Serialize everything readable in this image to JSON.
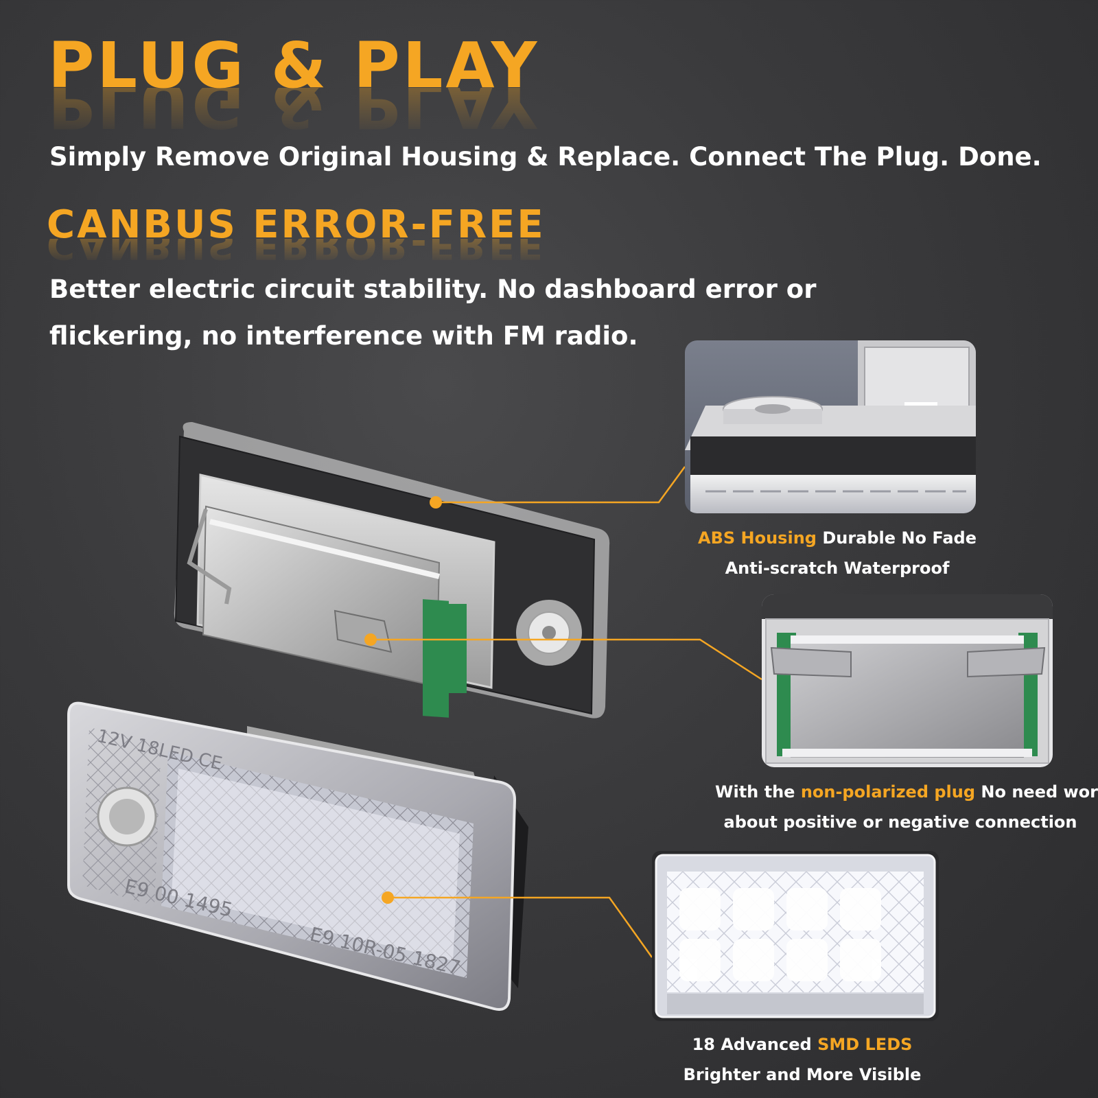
{
  "headline1": "PLUG & PLAY",
  "subtitle1": "Simply Remove Original Housing & Replace. Connect The Plug. Done.",
  "headline2": "CANBUS ERROR-FREE",
  "subtitle2": "Better electric circuit stability. No dashboard error or flickering, no interference with FM radio.",
  "product_markings": {
    "top_text": "12V 18LED CE",
    "bottom_text_1": "E9 00 1495",
    "bottom_text_2": "E9 10R-05 1827"
  },
  "callouts": [
    {
      "highlight": "ABS Housing",
      "rest": " Durable No Fade",
      "line2": "Anti-scratch Waterproof"
    },
    {
      "prefix": "With the ",
      "highlight": "non-polarized plug",
      "rest": " No need worry",
      "line2": "about positive or negative connection"
    },
    {
      "prefix": "18 Advanced ",
      "highlight": "SMD LEDS",
      "line2": "Brighter and More Visible"
    }
  ],
  "colors": {
    "accent": "#f5a623",
    "background": "#3a3a3c",
    "text": "#ffffff"
  }
}
